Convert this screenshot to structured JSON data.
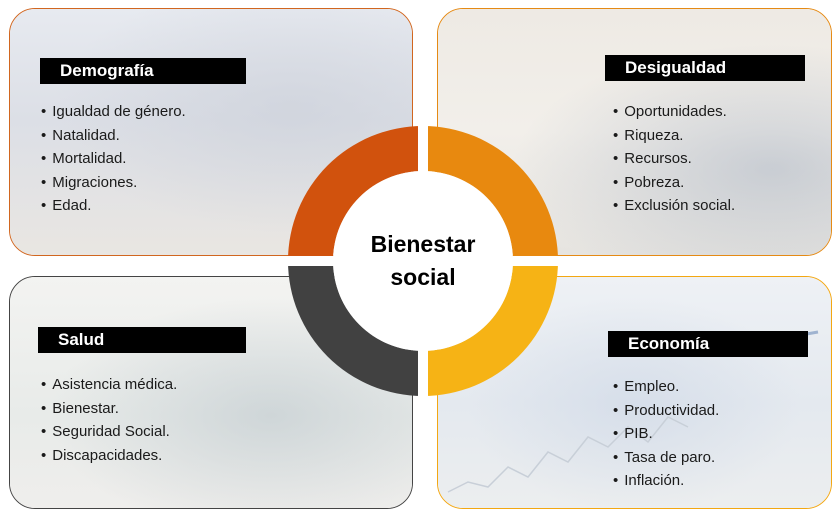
{
  "center": {
    "line1": "Bienestar",
    "line2": "social"
  },
  "colors": {
    "demografia": "#d1661f",
    "desigualdad": "#e58a14",
    "salud": "#444444",
    "economia": "#f3a712"
  },
  "quadrants": {
    "demografia": {
      "title": "Demografía",
      "items": [
        "Igualdad de género.",
        "Natalidad.",
        "Mortalidad.",
        "Migraciones.",
        "Edad."
      ]
    },
    "desigualdad": {
      "title": "Desigualdad",
      "items": [
        "Oportunidades.",
        "Riqueza.",
        "Recursos.",
        "Pobreza.",
        "Exclusión social."
      ]
    },
    "salud": {
      "title": "Salud",
      "items": [
        "Asistencia médica.",
        "Bienestar.",
        "Seguridad Social.",
        "Discapacidades."
      ]
    },
    "economia": {
      "title": "Economía",
      "items": [
        "Empleo.",
        "Productividad.",
        "PIB.",
        "Tasa de paro.",
        "Inflación."
      ]
    }
  }
}
